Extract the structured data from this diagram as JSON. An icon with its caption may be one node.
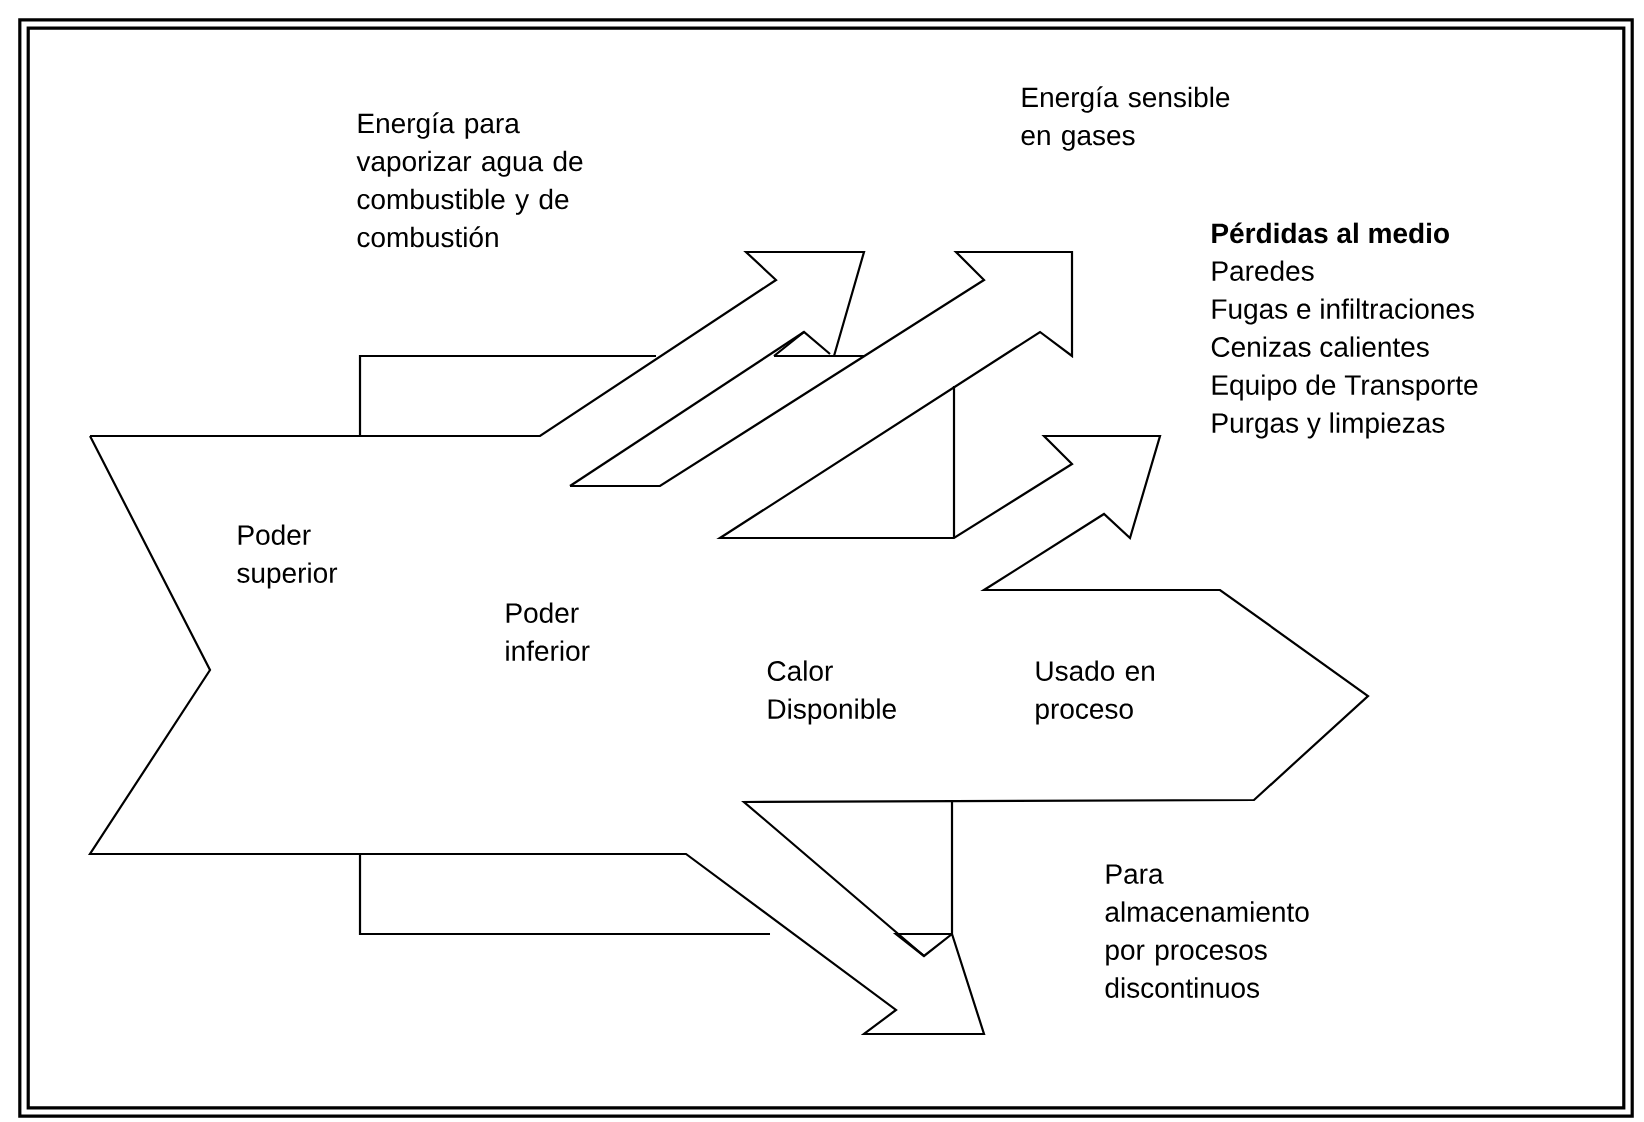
{
  "diagram": {
    "labels": [
      "Energía para vaporizar agua de combustible y de combustión",
      "Energía sensible en gases",
      "Pérdidas al medio",
      "Paredes",
      "Fugas e infiltraciones",
      "Cenizas calientes",
      "Equipo de Transporte",
      "Purgas y limpiezas",
      "Poder superior",
      "Poder inferior",
      "Calor Disponible",
      "Usado en proceso",
      "Para almacenamiento por procesos discontinuos"
    ]
  }
}
